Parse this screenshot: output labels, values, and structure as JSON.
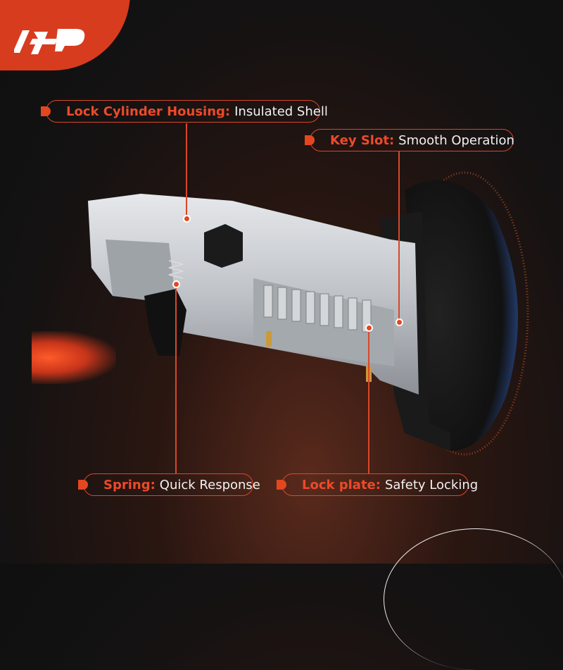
{
  "brand": {
    "logo_text": "A-P",
    "color": "#d83c1f"
  },
  "callouts": [
    {
      "key": "Lock Cylinder Housing:",
      "value": "Insulated Shell"
    },
    {
      "key": "Key Slot:",
      "value": "Smooth Operation"
    },
    {
      "key": "Spring:",
      "value": "Quick Response"
    },
    {
      "key": "Lock plate:",
      "value": "Safety Locking"
    }
  ],
  "accent_color": "#e4471f"
}
